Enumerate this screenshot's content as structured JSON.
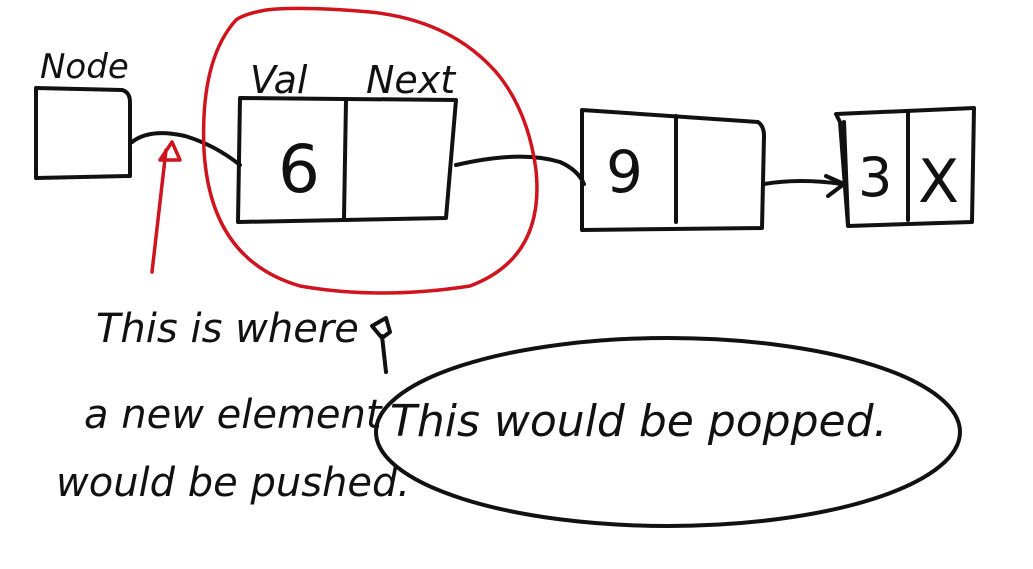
{
  "labels": {
    "node": "Node",
    "val": "Val",
    "next": "Next"
  },
  "nodes": [
    {
      "value": "6",
      "next": ""
    },
    {
      "value": "9",
      "next": ""
    },
    {
      "value": "3",
      "next": "X"
    }
  ],
  "annotations": {
    "push_line1": "This is where",
    "push_line2": "a new element",
    "push_line3": "would be pushed.",
    "pop": "This would be popped."
  },
  "colors": {
    "ink": "#111111",
    "highlight": "#d0141e"
  }
}
